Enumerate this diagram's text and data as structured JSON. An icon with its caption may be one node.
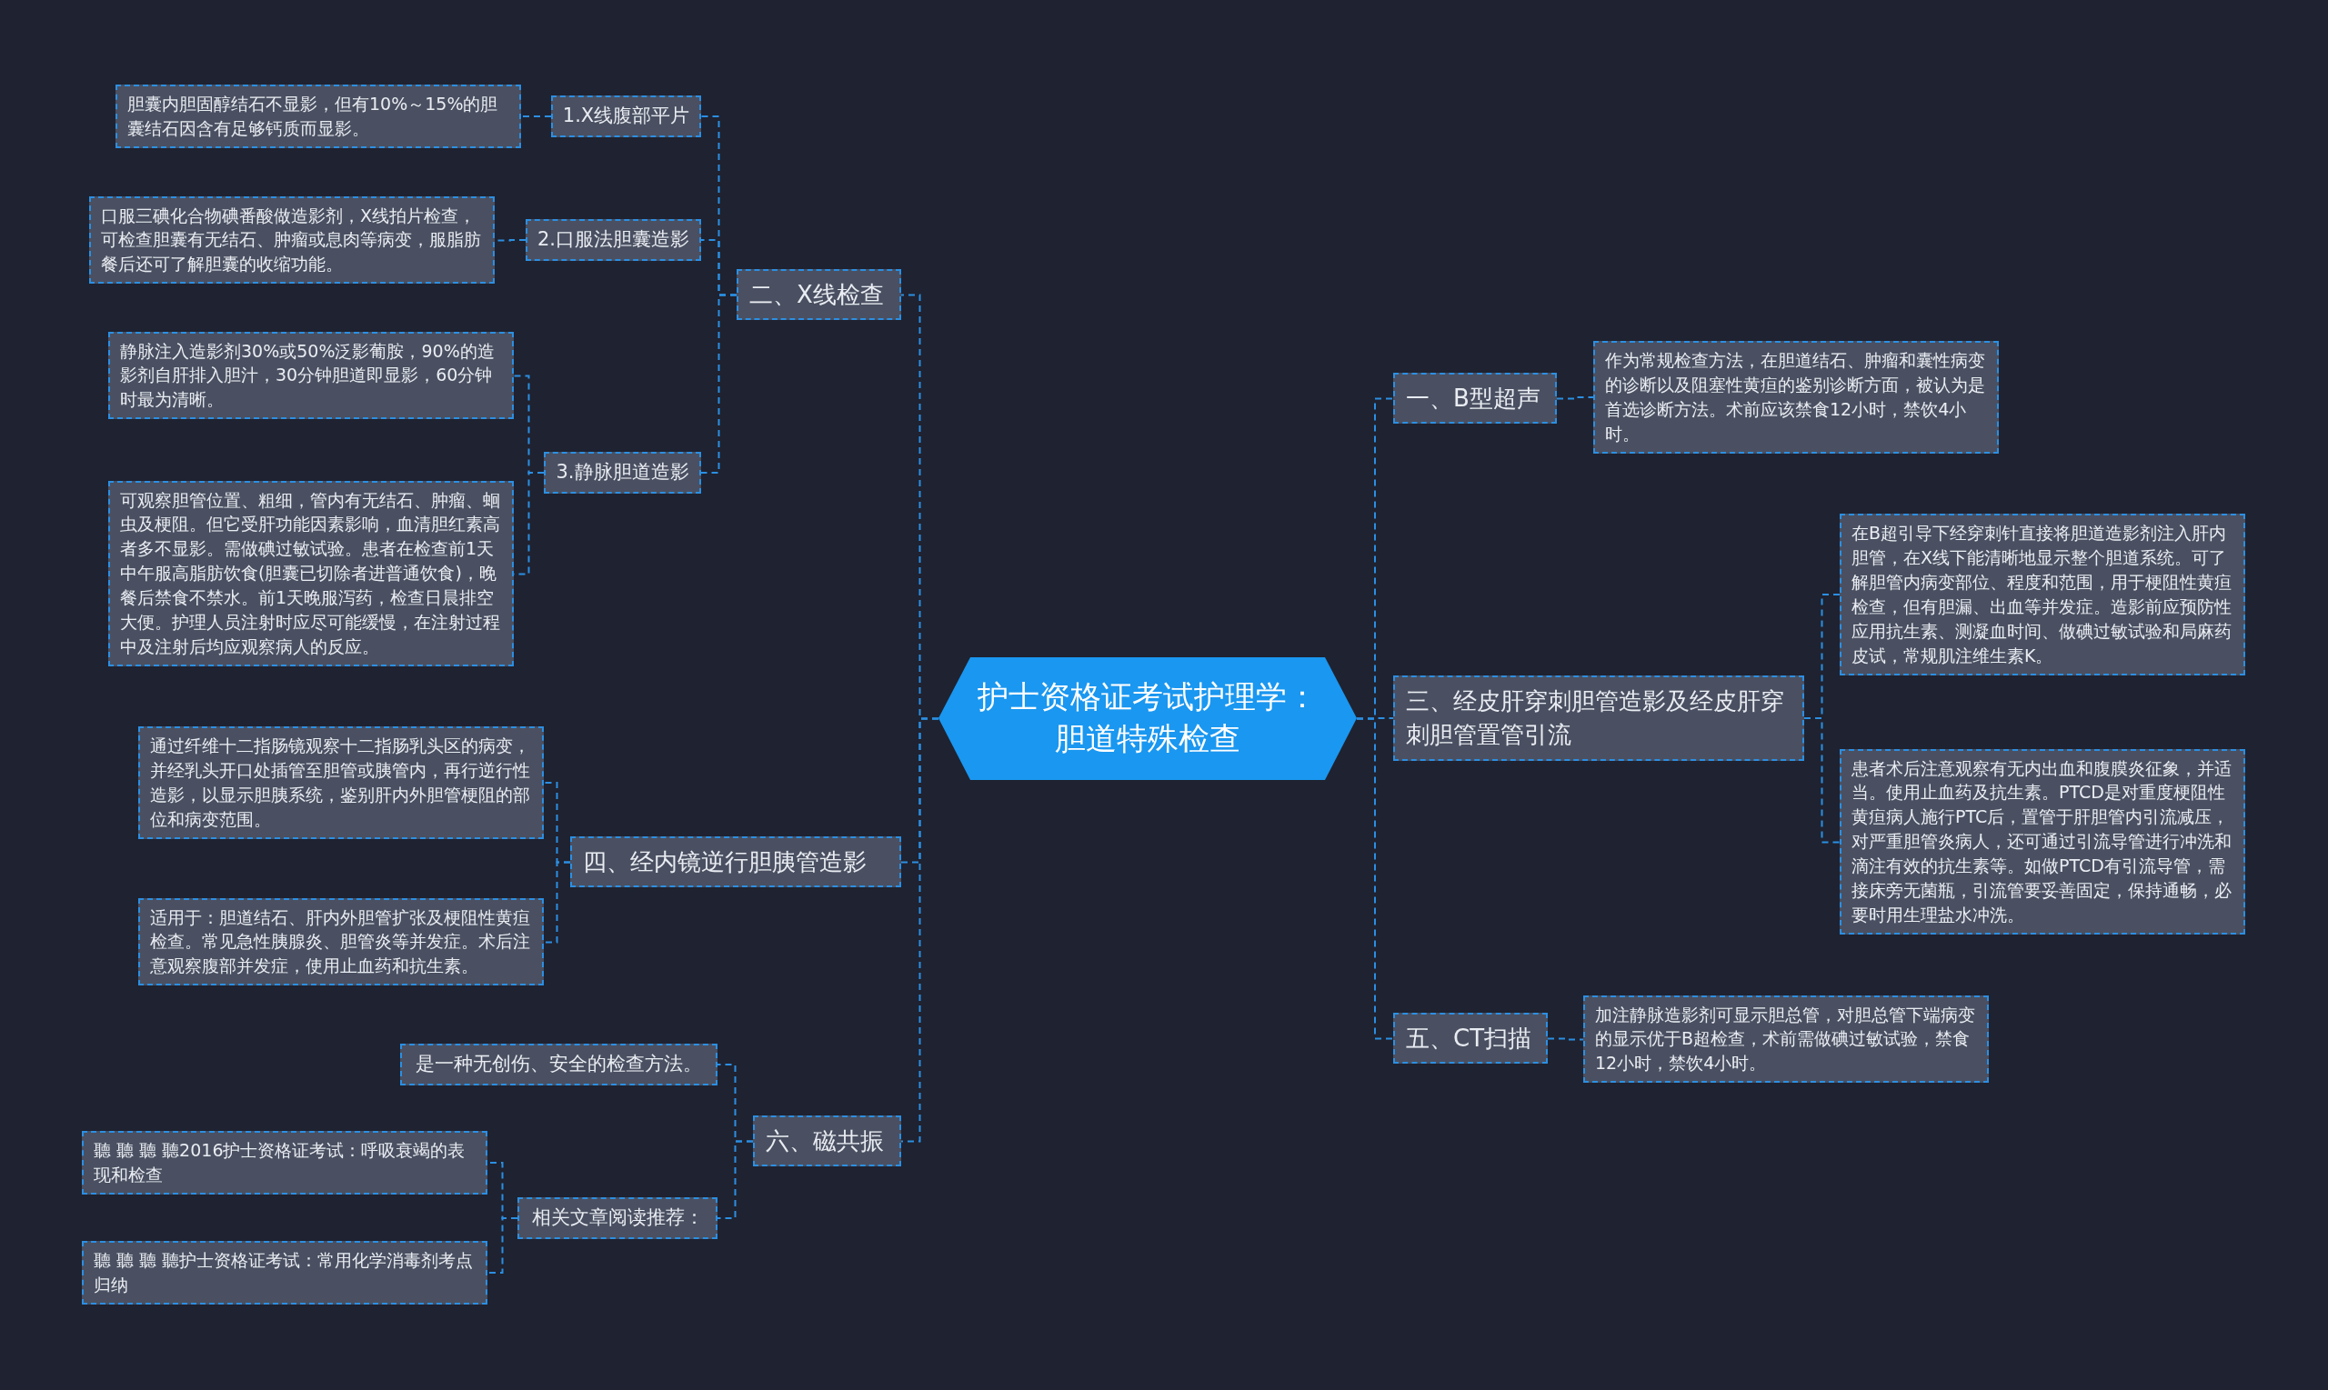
{
  "diagram": {
    "nodes": [
      {
        "text": [
          "护士资格证考试护理学：胆道特殊检查"
        ]
      },
      {
        "text": [
          "二、X线检查"
        ]
      },
      {
        "text": [
          "1.X线腹部平片"
        ]
      },
      {
        "text": [
          "胆囊内胆固醇结石不显影，但有10%～15%的胆囊结石因含有足够钙质而显影。"
        ]
      },
      {
        "text": [
          "2.口服法胆囊造影"
        ]
      },
      {
        "text": [
          "口服三碘化合物碘番酸做造影剂，X线拍片检查，可检查胆囊有无结石、肿瘤或息肉等病变，服脂肪餐后还可了解胆囊的收缩功能。"
        ]
      },
      {
        "text": [
          "3.静脉胆道造影"
        ]
      },
      {
        "text": [
          "静脉注入造影剂30%或50%泛影葡胺，90%的造影剂自肝排入胆汁，30分钟胆道即显影，60分钟时最为清晰。"
        ]
      },
      {
        "text": [
          "可观察胆管位置、粗细，管内有无结石、肿瘤、蛔虫及梗阻。但它受肝功能因素影响，血清胆红素高者多不显影。需做碘过敏试验。患者在检查前1天中午服高脂肪饮食(胆囊已切除者进普通饮食)，晚餐后禁食不禁水。前1天晚服泻药，检查日晨排空大便。护理人员注射时应尽可能缓慢，在注射过程中及注射后均应观察病人的反应。"
        ]
      },
      {
        "text": [
          "四、经内镜逆行胆胰管造影"
        ]
      },
      {
        "text": [
          "通过纤维十二指肠镜观察十二指肠乳头区的病变，并经乳头开口处插管至胆管或胰管内，再行逆行性造影，以显示胆胰系统，鉴别肝内外胆管梗阻的部位和病变范围。"
        ]
      },
      {
        "text": [
          "适用于：胆道结石、肝内外胆管扩张及梗阻性黄疸检查。常见急性胰腺炎、胆管炎等并发症。术后注意观察腹部并发症，使用止血药和抗生素。"
        ]
      },
      {
        "text": [
          "六、磁共振"
        ]
      },
      {
        "text": [
          "是一种无创伤、安全的检查方法。"
        ]
      },
      {
        "text": [
          "相关文章阅读推荐："
        ]
      },
      {
        "text": [
          "聽 聽 聽 聽2016护士资格证考试：呼吸衰竭的表现和检查"
        ]
      },
      {
        "text": [
          "聽 聽 聽 聽护士资格证考试：常用化学消毒剂考点归纳"
        ]
      },
      {
        "text": [
          "一、B型超声"
        ]
      },
      {
        "text": [
          "作为常规检查方法，在胆道结石、肿瘤和囊性病变的诊断以及阻塞性黄疸的鉴别诊断方面，被认为是首选诊断方法。术前应该禁食12小时，禁饮4小时。"
        ]
      },
      {
        "text": [
          "三、经皮肝穿刺胆管造影及经皮肝穿刺胆管置管引流"
        ]
      },
      {
        "text": [
          "在B超引导下经穿刺针直接将胆道造影剂注入肝内胆管，在X线下能清晰地显示整个胆道系统。可了解胆管内病变部位、程度和范围，用于梗阻性黄疸检查，但有胆漏、出血等并发症。造影前应预防性应用抗生素、测凝血时间、做碘过敏试验和局麻药皮试，常规肌注维生素K。"
        ]
      },
      {
        "text": [
          "患者术后注意观察有无内出血和腹膜炎征象，并适当。使用止血药及抗生素。PTCD是对重度梗阻性黄疸病人施行PTC后，置管于肝胆管内引流减压，对严重胆管炎病人，还可通过引流导管进行冲洗和滴注有效的抗生素等。如做PTCD有引流导管，需接床旁无菌瓶，引流管要妥善固定，保持通畅，必要时用生理盐水冲洗。"
        ]
      },
      {
        "text": [
          "五、CT扫描"
        ]
      },
      {
        "text": [
          "加注静脉造影剂可显示胆总管，对胆总管下端病变的显示优于B超检查，术前需做碘过敏试验，禁食12小时，禁饮4小时。"
        ]
      }
    ],
    "edges": [
      {
        "from": 0,
        "to": 1,
        "arrow": "none"
      },
      {
        "from": 1,
        "to": 2,
        "arrow": "none"
      },
      {
        "from": 2,
        "to": 3,
        "arrow": "none"
      },
      {
        "from": 1,
        "to": 4,
        "arrow": "none"
      },
      {
        "from": 4,
        "to": 5,
        "arrow": "none"
      },
      {
        "from": 1,
        "to": 6,
        "arrow": "none"
      },
      {
        "from": 6,
        "to": 7,
        "arrow": "none"
      },
      {
        "from": 6,
        "to": 8,
        "arrow": "none"
      },
      {
        "from": 0,
        "to": 9,
        "arrow": "none"
      },
      {
        "from": 9,
        "to": 10,
        "arrow": "none"
      },
      {
        "from": 9,
        "to": 11,
        "arrow": "none"
      },
      {
        "from": 0,
        "to": 12,
        "arrow": "none"
      },
      {
        "from": 12,
        "to": 13,
        "arrow": "none"
      },
      {
        "from": 12,
        "to": 14,
        "arrow": "none"
      },
      {
        "from": 14,
        "to": 15,
        "arrow": "none"
      },
      {
        "from": 14,
        "to": 16,
        "arrow": "none"
      },
      {
        "from": 0,
        "to": 17,
        "arrow": "none"
      },
      {
        "from": 17,
        "to": 18,
        "arrow": "none"
      },
      {
        "from": 0,
        "to": 19,
        "arrow": "none"
      },
      {
        "from": 19,
        "to": 20,
        "arrow": "none"
      },
      {
        "from": 19,
        "to": 21,
        "arrow": "none"
      },
      {
        "from": 0,
        "to": 22,
        "arrow": "none"
      },
      {
        "from": 22,
        "to": 23,
        "arrow": "none"
      }
    ]
  }
}
